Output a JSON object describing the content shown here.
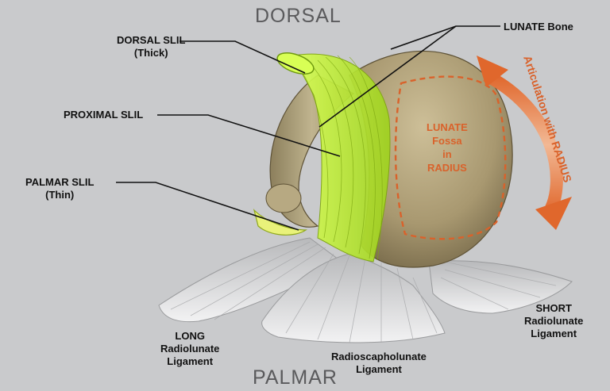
{
  "orientation": {
    "top": "DORSAL",
    "bottom": "PALMAR"
  },
  "labels": {
    "dorsal_slil": {
      "line1": "DORSAL SLIL",
      "line2": "(Thick)"
    },
    "proximal_slil": "PROXIMAL SLIL",
    "palmar_slil": {
      "line1": "PALMAR SLIL",
      "line2": "(Thin)"
    },
    "lunate_bone": "LUNATE Bone",
    "fossa": {
      "line1": "LUNATE",
      "line2": "Fossa",
      "line3": "in",
      "line4": "RADIUS"
    },
    "articulation": "Articulation with RADIUS",
    "long_ligament": {
      "line1": "LONG",
      "line2": "Radiolunate",
      "line3": "Ligament"
    },
    "radioscapholunate": {
      "line1": "Radioscapholunate",
      "line2": "Ligament"
    },
    "short_ligament": {
      "line1": "SHORT",
      "line2": "Radiolunate",
      "line3": "Ligament"
    }
  },
  "colors": {
    "background": "#c9cacc",
    "bone": "#a89870",
    "ligament_green": "#c6f03a",
    "accent_orange": "#d9622b",
    "ligament_white": "#e6e7e8"
  }
}
